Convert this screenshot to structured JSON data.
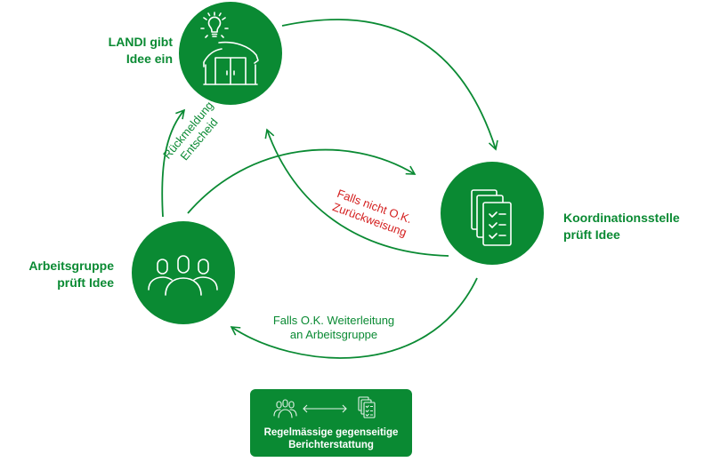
{
  "colors": {
    "primary_green": "#0a8a33",
    "reject_red": "#d42020",
    "background": "#ffffff",
    "icon_stroke": "#ffffff"
  },
  "nodes": {
    "landi": {
      "label_lines": [
        "LANDI gibt",
        "Idee ein"
      ],
      "icon": "house-with-lightbulb-icon"
    },
    "koordination": {
      "label_lines": [
        "Koordinationsstelle",
        "prüft Idee"
      ],
      "icon": "checklist-documents-icon"
    },
    "arbeitsgruppe": {
      "label_lines": [
        "Arbeitsgruppe",
        "prüft Idee"
      ],
      "icon": "group-of-people-icon"
    }
  },
  "flows": {
    "rueckmeldung": {
      "label_lines": [
        "Rückmeldung",
        "Entscheid"
      ],
      "from": "Arbeitsgruppe",
      "to": "LANDI"
    },
    "rejection": {
      "label_lines": [
        "Falls nicht O.K.",
        "Zurückweisung"
      ],
      "from": "Koordinationsstelle",
      "to": "LANDI"
    },
    "forward": {
      "label_lines": [
        "Falls O.K. Weiterleitung",
        "an Arbeitsgruppe"
      ],
      "from": "Koordinationsstelle",
      "to": "Arbeitsgruppe"
    },
    "submit": {
      "from": "LANDI",
      "to": "Koordinationsstelle"
    },
    "report": {
      "from": "Arbeitsgruppe",
      "to": "Koordinationsstelle"
    }
  },
  "legend": {
    "label_lines": [
      "Regelmässige gegenseitige",
      "Berichterstattung"
    ],
    "left_icon": "group-of-people-icon",
    "right_icon": "checklist-documents-icon",
    "connector": "double-arrow-icon"
  }
}
